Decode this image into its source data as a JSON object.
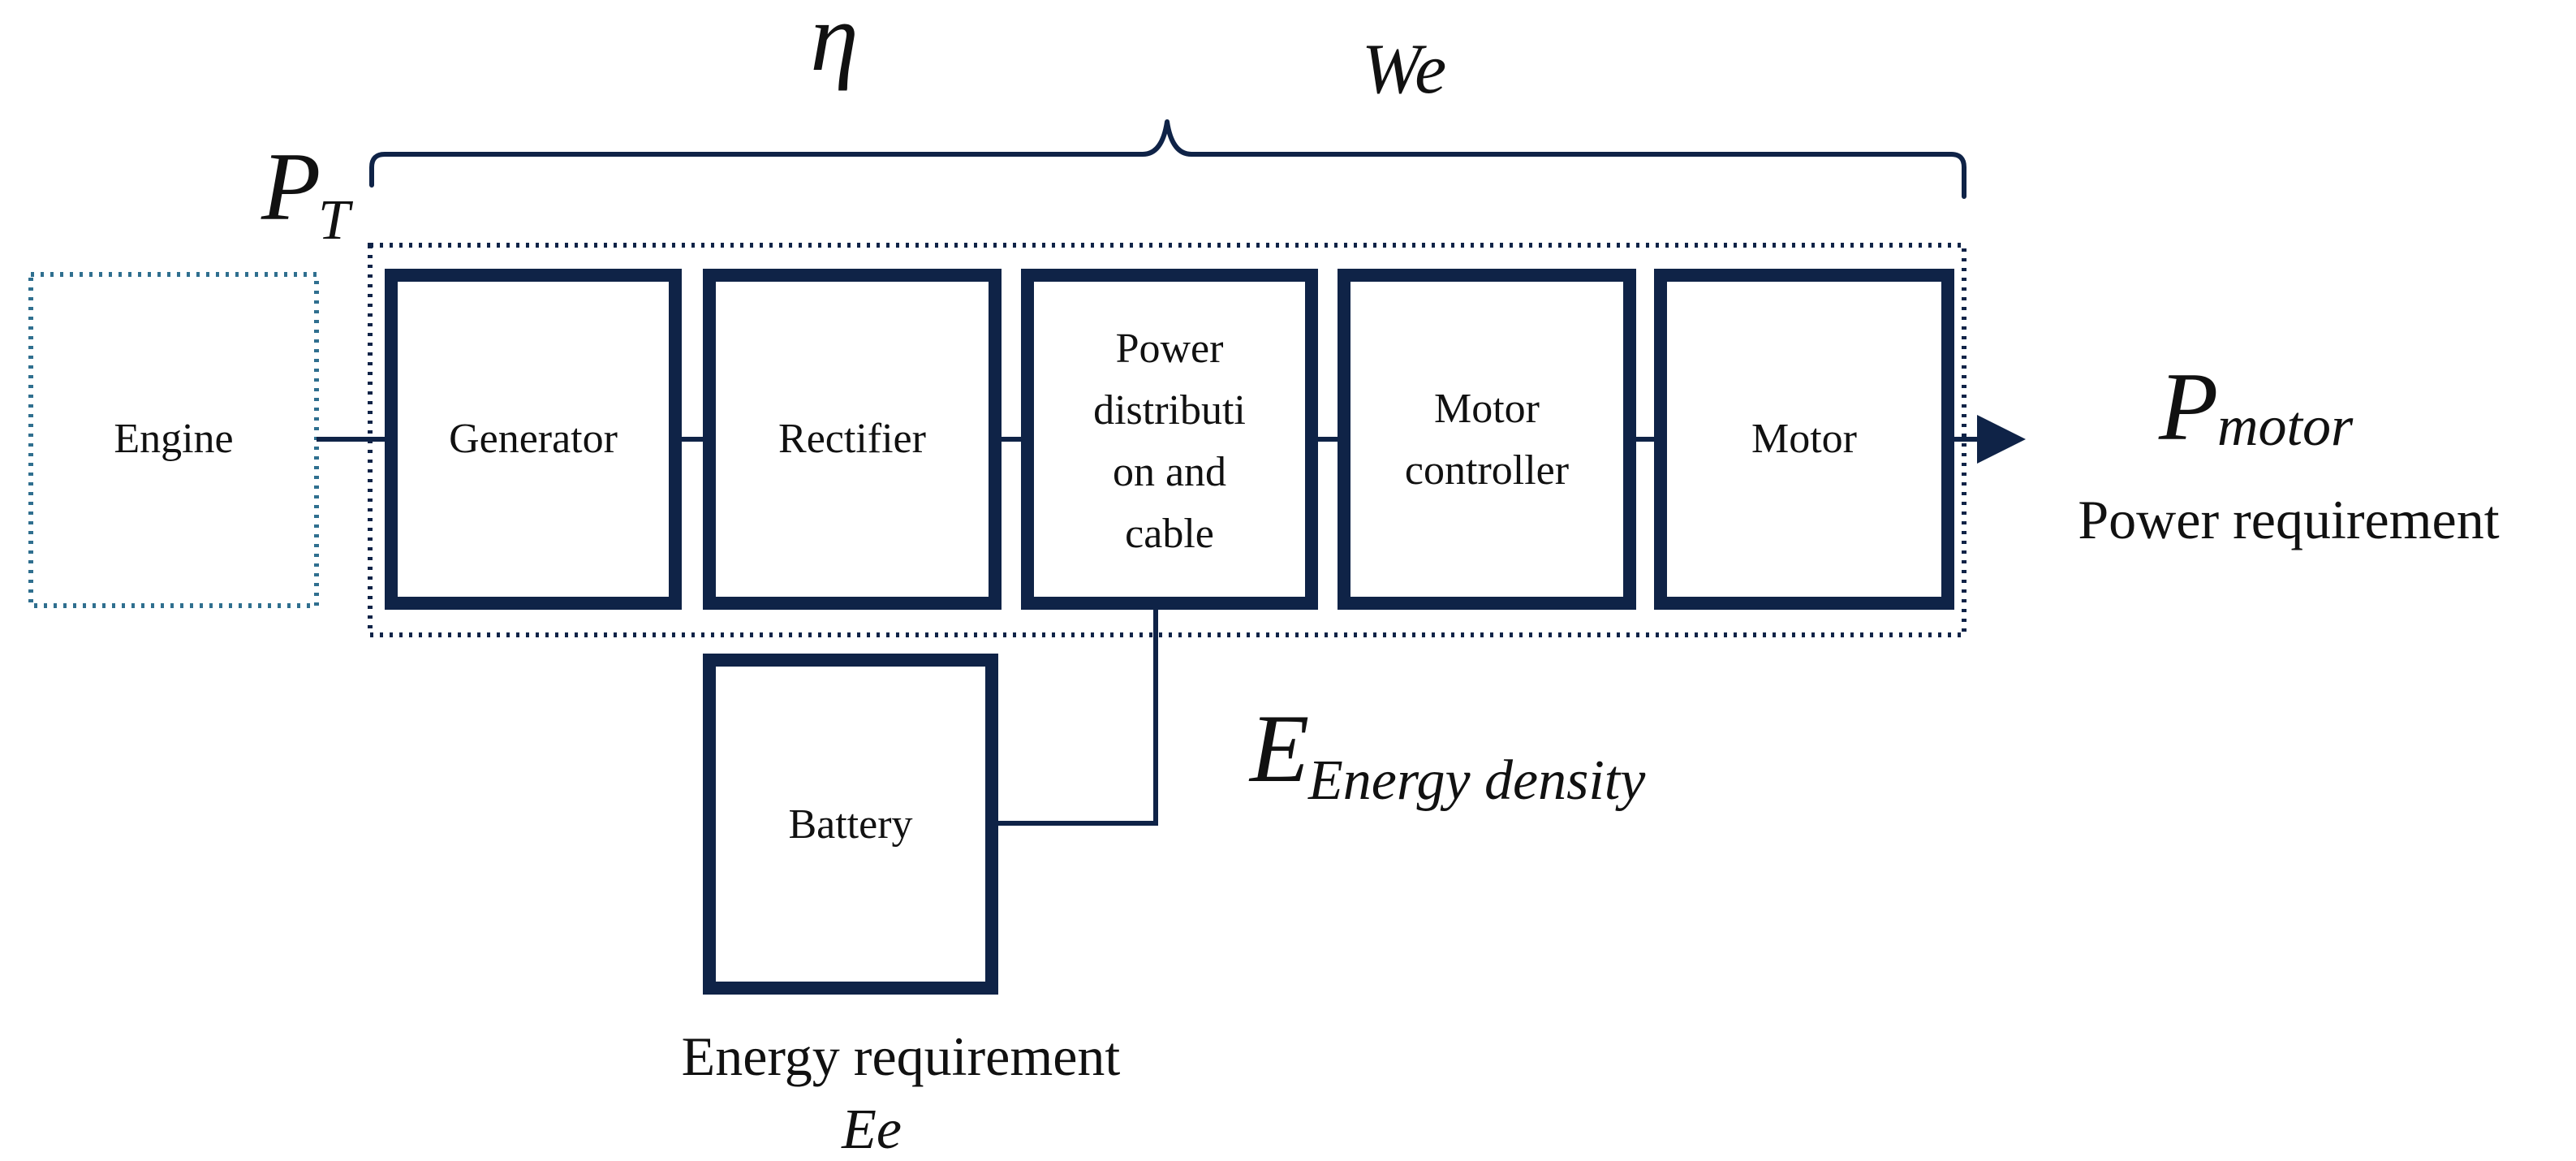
{
  "colors": {
    "primary": "#0f2347",
    "engine_dotted": "#2f6f8f",
    "text": "#111111"
  },
  "labels": {
    "eta": "η",
    "we": "We",
    "pt_main": "P",
    "pt_sub": "T",
    "pmotor_main": "P",
    "pmotor_sub": "motor",
    "power_requirement": "Power requirement",
    "energy_density_main": "E",
    "energy_density_sub": "Energy density",
    "energy_requirement": "Energy requirement",
    "ee": "Ee"
  },
  "boxes": {
    "engine": "Engine",
    "generator": "Generator",
    "rectifier": "Rectifier",
    "power_distribution_lines": [
      "Power",
      "distributi",
      "on and",
      "cable"
    ],
    "motor_controller_lines": [
      "Motor",
      "controller"
    ],
    "motor": "Motor",
    "battery": "Battery"
  }
}
